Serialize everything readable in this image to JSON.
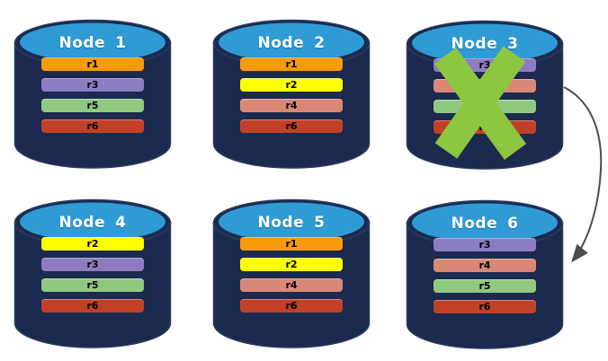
{
  "diagram": {
    "description": "Replicated database cluster with a failed node",
    "background": "#ffffff",
    "node_style": {
      "body_color": "#1B2A4E",
      "top_color": "#2E9BD5",
      "outline_color": "#2A3B60",
      "title_color": "#ffffff"
    },
    "replica_colors": {
      "r1": "#F79B0B",
      "r2": "#FDFF00",
      "r3": "#8E7CC3",
      "r4": "#DA8876",
      "r5": "#8FC97F",
      "r6": "#C04128"
    },
    "nodes": [
      {
        "name": "Node",
        "number": "1",
        "failed": false,
        "replicas": [
          "r1",
          "r3",
          "r5",
          "r6"
        ]
      },
      {
        "name": "Node",
        "number": "2",
        "failed": false,
        "replicas": [
          "r1",
          "r2",
          "r4",
          "r6"
        ]
      },
      {
        "name": "Node",
        "number": "3",
        "failed": true,
        "replicas": [
          "r3",
          "r4",
          "r5",
          "r6"
        ]
      },
      {
        "name": "Node",
        "number": "4",
        "failed": false,
        "replicas": [
          "r2",
          "r3",
          "r5",
          "r6"
        ]
      },
      {
        "name": "Node",
        "number": "5",
        "failed": false,
        "replicas": [
          "r1",
          "r2",
          "r4",
          "r6"
        ]
      },
      {
        "name": "Node",
        "number": "6",
        "failed": false,
        "replicas": [
          "r3",
          "r4",
          "r5",
          "r6"
        ]
      }
    ],
    "failure_marker": {
      "node": "Node 3",
      "shape": "x-cross",
      "color": "#8DC63F"
    },
    "arrow": {
      "from": "Node 3",
      "to": "Node 6",
      "color": "#4D4D4D"
    }
  }
}
